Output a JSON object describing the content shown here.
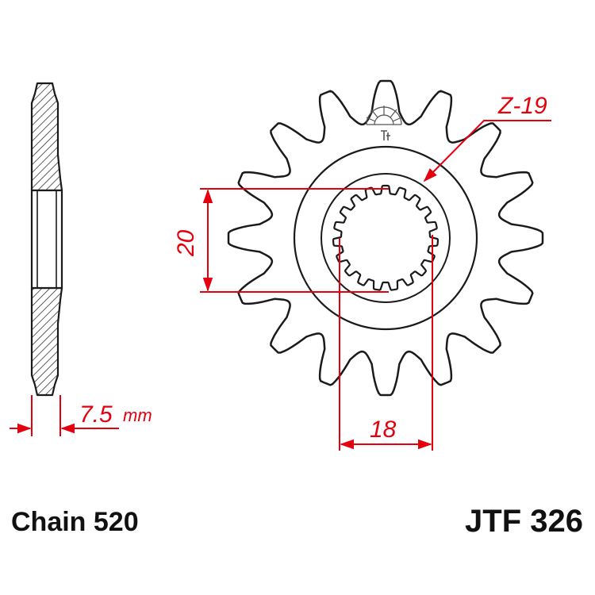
{
  "drawing": {
    "teeth_label": "Z-19",
    "spline_height": "20",
    "spline_width": "18",
    "thickness_value": "7.5",
    "thickness_unit": "mm",
    "chain_label": "Chain 520",
    "part_number": "JTF 326",
    "tooth_count": 16,
    "spline_count": 19
  },
  "colors": {
    "dimension": "#e3000f",
    "outline": "#1a1a1a",
    "body": "#ffffff"
  }
}
